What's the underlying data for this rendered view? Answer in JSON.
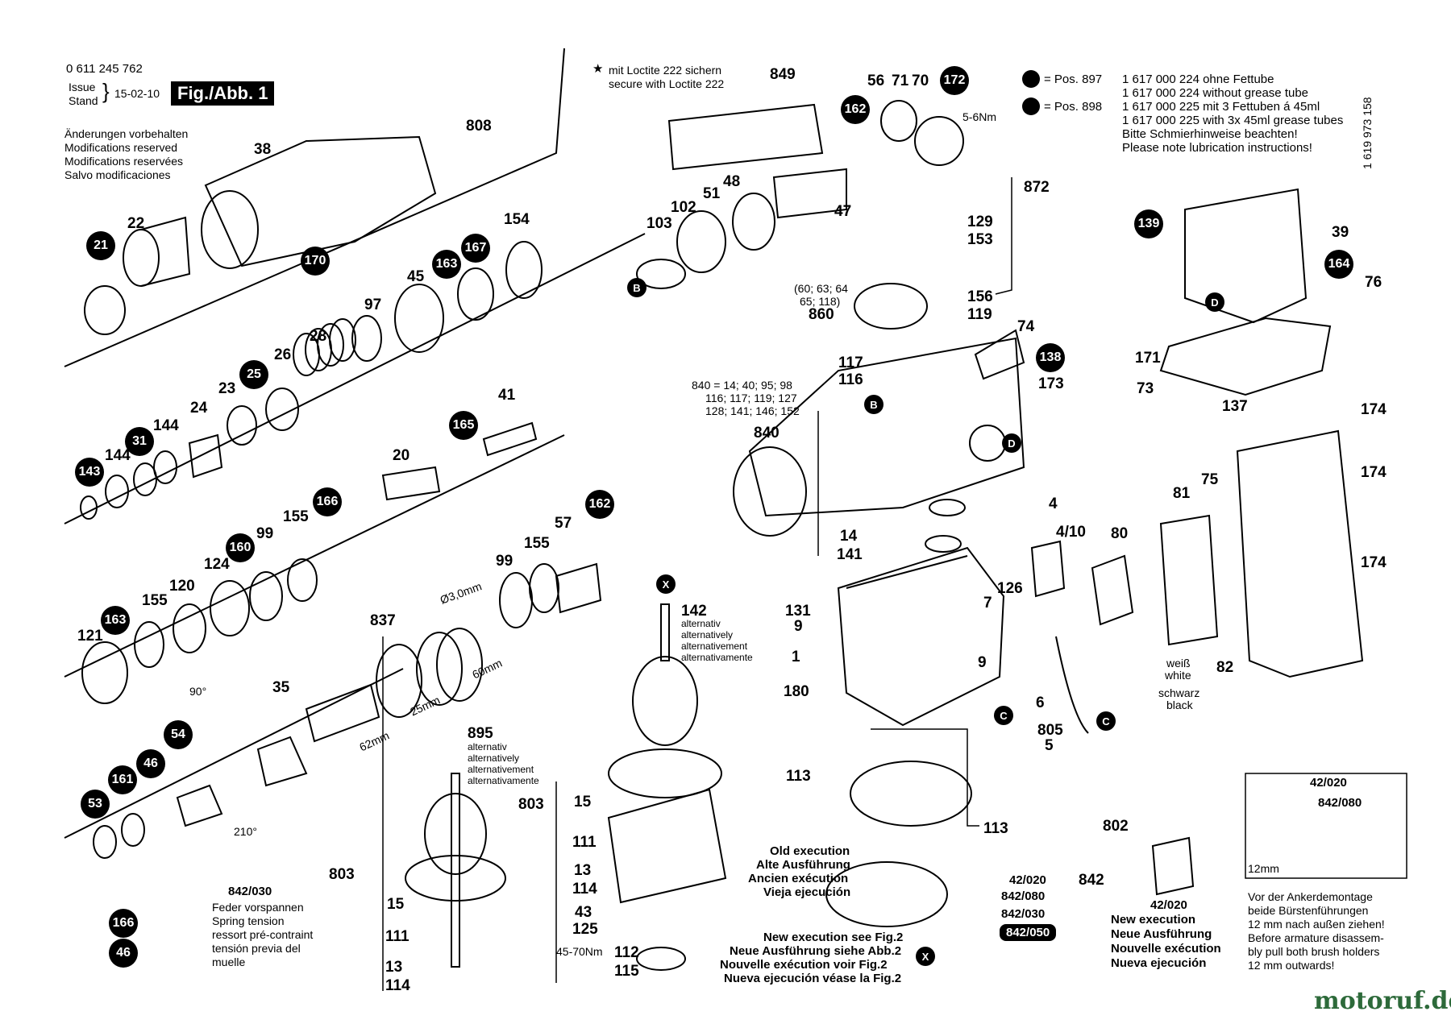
{
  "header": {
    "part_number": "0 611 245 762",
    "issue_label": "Issue",
    "stand_label": "Stand",
    "issue_date": "15-02-10",
    "figure_label": "Fig./Abb. 1",
    "changes_reserved": [
      "Änderungen vorbehalten",
      "Modifications reserved",
      "Modifications reservées",
      "Salvo modificaciones"
    ],
    "doc_code": "1 619 973 158"
  },
  "loctite": {
    "symbol": "★",
    "line1": "mit Loctite 222 sichern",
    "line2": "secure with Loctite 222"
  },
  "lubrication": {
    "pos897_label": "= Pos. 897",
    "pos898_label": "= Pos. 898",
    "lines": [
      "1 617 000 224 ohne Fettube",
      "1 617 000 224 without grease tube",
      "1 617 000 225 mit 3 Fettuben á 45ml",
      "1 617 000 225 with 3x 45ml grease tubes",
      "Bitte Schmierhinweise beachten!",
      "Please note lubrication instructions!"
    ]
  },
  "spring_note": [
    "Feder vorspannen",
    "Spring tension",
    "ressort pré-contraint",
    "tensión previa del",
    "muelle"
  ],
  "spring_code": "842/030",
  "spring_angle": "210°",
  "angle_90": "90°",
  "old_execution": [
    "Old execution",
    "Alte Ausführung",
    "Ancien exécution",
    "Vieja ejecución"
  ],
  "new_execution_fig2": [
    "New execution see Fig.2",
    "Neue Ausführung siehe Abb.2",
    "Nouvelle exécution voir Fig.2",
    "Nueva ejecución véase la Fig.2"
  ],
  "new_execution": [
    "New execution",
    "Neue Ausführung",
    "Nouvelle exécution",
    "Nueva ejecución"
  ],
  "brush_note": [
    "Vor der Ankerdemontage",
    "beide Bürstenführungen",
    "12 mm nach außen ziehen!",
    "Before armature disassem-",
    "bly pull both brush holders",
    "12 mm outwards!"
  ],
  "alternativ": [
    "alternativ",
    "alternatively",
    "alternativement",
    "alternativamente"
  ],
  "wire_colors": [
    "weiß",
    "white",
    "schwarz",
    "black"
  ],
  "torque_top": "5-6Nm",
  "torque_bottom": "45-70Nm",
  "gear_note": [
    "(60; 63; 64",
    "65; 118)"
  ],
  "set_840": [
    "840 = 14; 40; 95; 98",
    "116; 117; 119; 127",
    "128; 141; 146; 152"
  ],
  "dims": [
    "Ø3,0mm",
    "60mm",
    "25mm",
    "62mm",
    "12mm"
  ],
  "codes": [
    "42/020",
    "842/080",
    "842/030",
    "842/050"
  ],
  "badges": [
    "21",
    "170",
    "163",
    "167",
    "25",
    "31",
    "143",
    "165",
    "166",
    "160",
    "163",
    "162",
    "54",
    "46",
    "161",
    "53",
    "166",
    "46",
    "172",
    "162",
    "139",
    "164",
    "138"
  ],
  "letter_badges": [
    "B",
    "D",
    "C",
    "X"
  ],
  "part_numbers": [
    "38",
    "808",
    "22",
    "154",
    "45",
    "97",
    "28",
    "26",
    "23",
    "24",
    "144",
    "144",
    "41",
    "20",
    "155",
    "99",
    "124",
    "120",
    "155",
    "121",
    "837",
    "35",
    "99",
    "155",
    "57",
    "142",
    "895",
    "803",
    "15",
    "111",
    "13",
    "114",
    "803",
    "15",
    "111",
    "13",
    "114",
    "43",
    "125",
    "112",
    "115",
    "849",
    "56",
    "71",
    "70",
    "48",
    "51",
    "102",
    "103",
    "47",
    "872",
    "129",
    "153",
    "156",
    "119",
    "860",
    "74",
    "117",
    "116",
    "173",
    "840",
    "14",
    "141",
    "131",
    "9",
    "1",
    "180",
    "126",
    "7",
    "9",
    "4",
    "4/10",
    "80",
    "6",
    "805",
    "5",
    "113",
    "113",
    "802",
    "842",
    "39",
    "76",
    "171",
    "73",
    "137",
    "174",
    "174",
    "174",
    "81",
    "75",
    "82"
  ],
  "watermark": "motoruf.de"
}
